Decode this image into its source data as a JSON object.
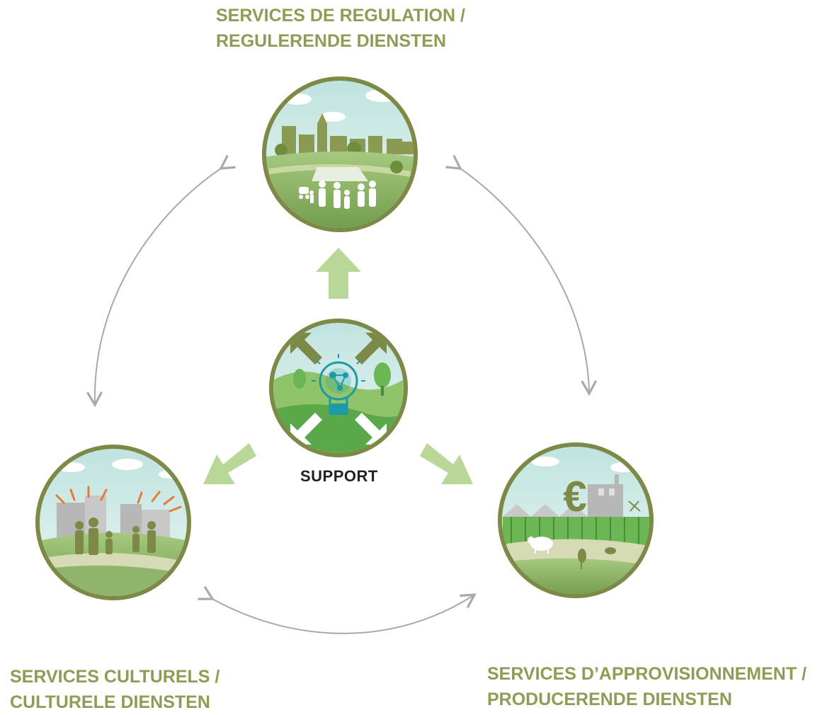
{
  "labels": {
    "regulation_line1": "SERVICES DE REGULATION /",
    "regulation_line2": "REGULERENDE DIENSTEN",
    "cultural_line1": "SERVICES CULTURELS /",
    "cultural_line2": "CULTURELE DIENSTEN",
    "provisioning_line1": "SERVICES D’APPROVISIONNEMENT /",
    "provisioning_line2": "PRODUCERENDE DIENSTEN",
    "support": "SUPPORT"
  },
  "nodes": [
    {
      "id": "regulation",
      "icon": "city-people-scene-icon"
    },
    {
      "id": "support",
      "icon": "lightbulb-molecule-icon"
    },
    {
      "id": "cultural",
      "icon": "people-sound-scene-icon"
    },
    {
      "id": "provisioning",
      "icon": "euro-factory-crops-icon"
    }
  ],
  "colors": {
    "label_text": "#8f9c55",
    "ring": "#7d8a47",
    "arrow_green": "#b9d898",
    "connector_gray": "#a9a9a9",
    "sky": "#d4ece9",
    "grass": "#8fb46b"
  }
}
